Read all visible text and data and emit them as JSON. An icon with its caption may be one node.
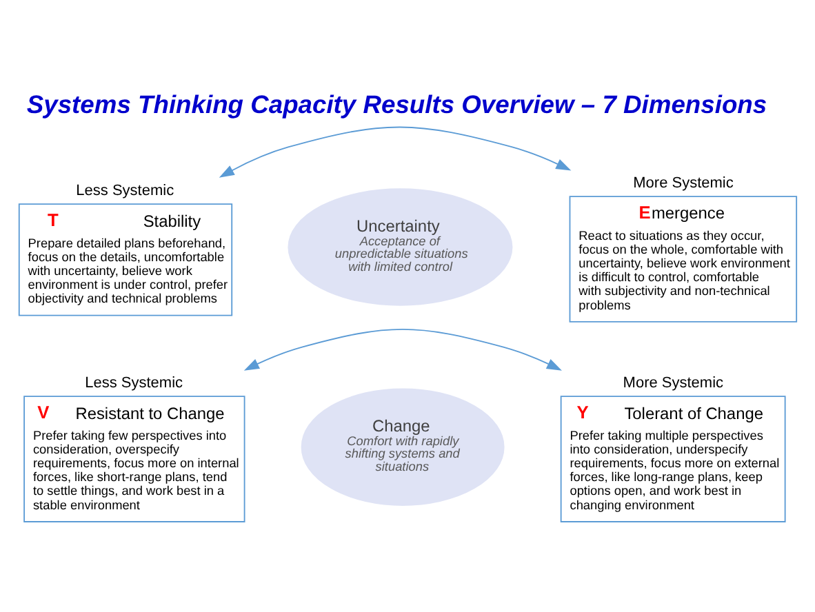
{
  "diagram": {
    "title": "Systems Thinking Capacity Results Overview – 7 Dimensions",
    "nodes": [
      {
        "text": [
          "Less Systemic",
          "T Stability",
          "Prepare detailed plans beforehand, focus on the details, uncomfortable with uncertainty, believe work environment is under control, prefer objectivity and technical problems"
        ]
      },
      {
        "text": [
          "Uncertainty",
          "Acceptance of unpredictable situations with limited control"
        ]
      },
      {
        "text": [
          "More Systemic",
          "Emergence",
          "React to situations as they occur, focus on the whole, comfortable with uncertainty, believe work environment is difficult to control, comfortable with subjectivity and non-technical problems"
        ]
      },
      {
        "text": [
          "Less Systemic",
          "V Resistant to Change",
          "Prefer taking few perspectives into consideration, overspecify requirements, focus more on internal forces, like short-range plans, tend to settle things, and work best in a stable environment"
        ]
      },
      {
        "text": [
          "Change",
          "Comfort with rapidly shifting systems and situations"
        ]
      },
      {
        "text": [
          "More Systemic",
          "Y Tolerant of Change",
          "Prefer taking multiple perspectives into consideration, underspecify requirements, focus more on external forces, like long-range plans, keep options open, and work best in changing environment"
        ]
      }
    ],
    "edges": [
      {
        "from": 0,
        "to": 2,
        "arrow": "both",
        "color": "#5b9bd5"
      },
      {
        "from": 3,
        "to": 5,
        "arrow": "both",
        "color": "#5b9bd5"
      }
    ]
  }
}
